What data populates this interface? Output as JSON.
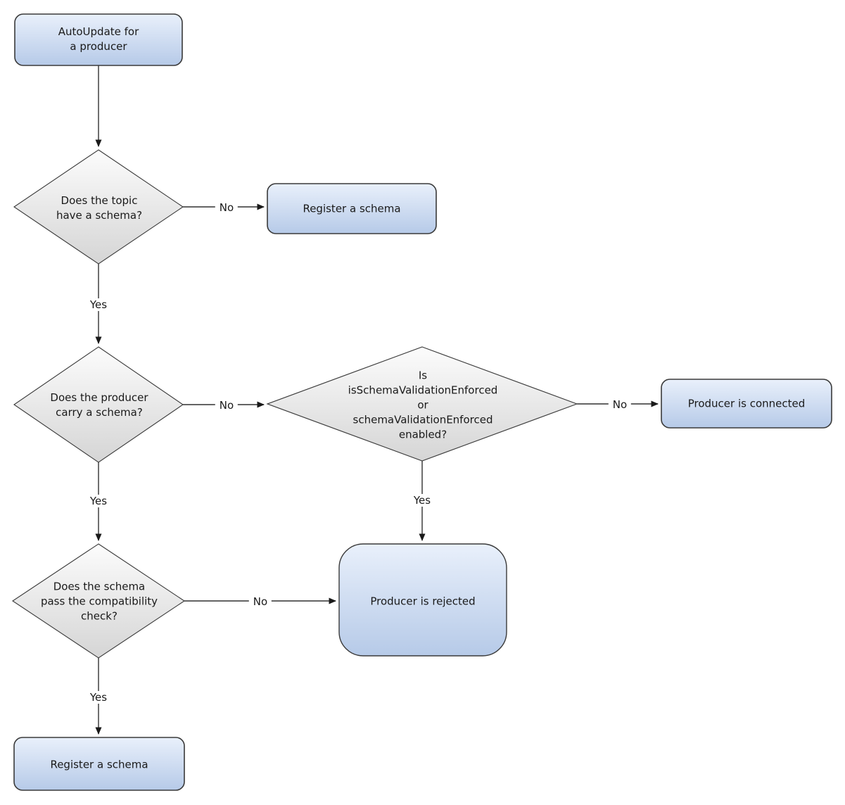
{
  "diagram": {
    "background": "#ffffff",
    "colors": {
      "process_fill_top": "#e9f0fb",
      "process_fill_bottom": "#b6cae8",
      "decision_fill_top": "#fcfcfc",
      "decision_fill_bottom": "#d5d5d5",
      "border": "#3a3a3a",
      "line": "#303030",
      "text": "#1a1a1a"
    },
    "nodes": {
      "start": {
        "type": "process",
        "label": "AutoUpdate for\na producer"
      },
      "decision_topic": {
        "type": "decision",
        "label": "Does the topic\nhave a schema?"
      },
      "register_top": {
        "type": "process",
        "label": "Register a schema"
      },
      "decision_carry": {
        "type": "decision",
        "label": "Does the producer\ncarry a schema?"
      },
      "decision_enforced": {
        "type": "decision",
        "label": "Is\nisSchemaValidationEnforced\nor\nschemaValidationEnforced\nenabled?"
      },
      "connected": {
        "type": "process",
        "label": "Producer is connected"
      },
      "rejected": {
        "type": "process",
        "label": "Producer is rejected"
      },
      "decision_compat": {
        "type": "decision",
        "label": "Does the schema\npass the compatibility\ncheck?"
      },
      "register_bottom": {
        "type": "process",
        "label": "Register a schema"
      }
    },
    "edges": [
      {
        "from": "start",
        "to": "decision_topic",
        "label": ""
      },
      {
        "from": "decision_topic",
        "to": "register_top",
        "label": "No"
      },
      {
        "from": "decision_topic",
        "to": "decision_carry",
        "label": "Yes"
      },
      {
        "from": "decision_carry",
        "to": "decision_enforced",
        "label": "No"
      },
      {
        "from": "decision_carry",
        "to": "decision_compat",
        "label": "Yes"
      },
      {
        "from": "decision_enforced",
        "to": "connected",
        "label": "No"
      },
      {
        "from": "decision_enforced",
        "to": "rejected",
        "label": "Yes"
      },
      {
        "from": "decision_compat",
        "to": "rejected",
        "label": "No"
      },
      {
        "from": "decision_compat",
        "to": "register_bottom",
        "label": "Yes"
      }
    ]
  }
}
